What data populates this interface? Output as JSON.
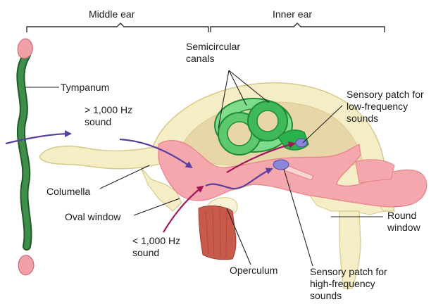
{
  "colors": {
    "bone": "#f5edc6",
    "bone_outline": "#d6c98a",
    "flesh": "#f4a8ad",
    "flesh_dark": "#e98189",
    "canals": "#2cb24c",
    "canals_light": "#7fdc8a",
    "tympanum": "#2e7a3a",
    "arrow_high": "#5b3fa0",
    "arrow_low": "#a3155a",
    "muscle": "#c85a4a",
    "patch": "#8a86d8"
  },
  "brackets": {
    "middle_ear": "Middle ear",
    "inner_ear": "Inner ear"
  },
  "labels": {
    "tympanum": "Tympanum",
    "high_sound": [
      "> 1,000 Hz",
      "sound"
    ],
    "columella": "Columella",
    "oval_window": "Oval window",
    "low_sound": [
      "< 1,000 Hz",
      "sound"
    ],
    "operculum": "Operculum",
    "semicircular_canals": [
      "Semicircular",
      "canals"
    ],
    "patch_low": [
      "Sensory patch for",
      "low-frequency",
      "sounds"
    ],
    "patch_high": [
      "Sensory patch for",
      "high-frequency",
      "sounds"
    ],
    "round_window": [
      "Round",
      "window"
    ]
  }
}
